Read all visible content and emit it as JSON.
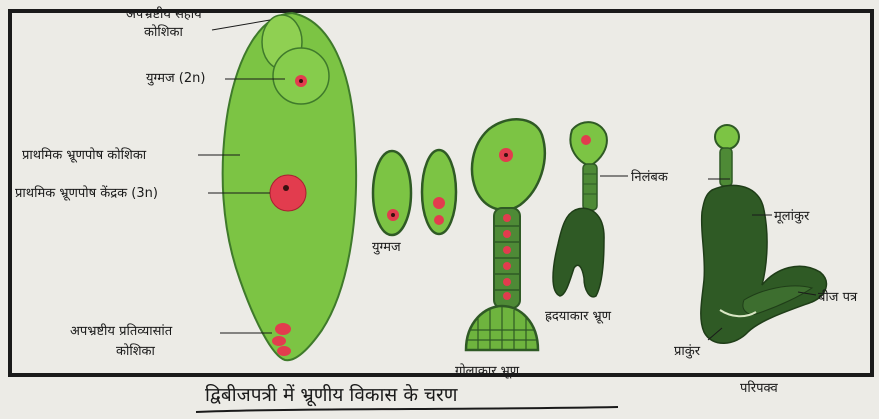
{
  "labels": {
    "synergid_cell_line1": "अपभ्रष्टीय सहाय",
    "synergid_cell_line2": "कोशिका",
    "zygote_2n": "युग्मज (2n)",
    "primary_endosperm_cell": "प्राथमिक भ्रूणपोष कोशिका",
    "primary_endosperm_nucleus": "प्राथमिक भ्रूणपोष केंद्रक (3n)",
    "antipodal_cells_line1": "अपभ्रष्टीय प्रतिव्यासांत",
    "antipodal_cells_line2": "कोशिका",
    "zygote_stage": "युग्मज",
    "globular_embryo": "गोलाकार भ्रूण",
    "suspensor": "निलंबक",
    "heart_shaped_embryo": "ह्रदयाकार भ्रूण",
    "radicle": "मूलांकुर",
    "cotyledons": "बीज पत्र",
    "plumule": "प्राकुंर",
    "mature": "परिपक्व"
  },
  "caption": "द्विबीजपत्री में भ्रूणीय विकास के चरण",
  "colors": {
    "tissue": "#7cc444",
    "tissue_dark": "#3f7a2b",
    "embryo_dark": "#2f5a25",
    "nucleus": "#e23c4e",
    "frame": "#1a1a1a"
  }
}
